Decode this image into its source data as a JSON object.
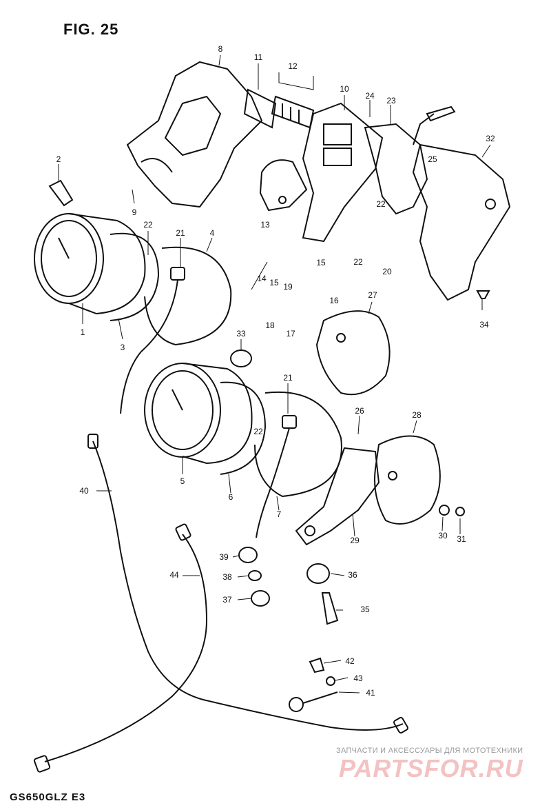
{
  "figure": {
    "title": "FIG. 25",
    "model_code": "GS650GLZ E3"
  },
  "watermark": {
    "caption": "ЗАПЧАСТИ И АКСЕССУАРЫ ДЛЯ МОТОТЕХНИКИ",
    "brand": "PARTSFOR.RU"
  },
  "colors": {
    "ink": "#111111",
    "watermark_brand": "#f3c2c2",
    "watermark_caption": "#9a9a9a"
  },
  "part_labels": {
    "p1": "1",
    "p2": "2",
    "p3": "3",
    "p4": "4",
    "p5": "5",
    "p6": "6",
    "p7": "7",
    "p8": "8",
    "p9": "9",
    "p10": "10",
    "p11": "11",
    "p12": "12",
    "p13": "13",
    "p14": "14",
    "p15a": "15",
    "p15b": "15",
    "p16": "16",
    "p17": "17",
    "p18": "18",
    "p19": "19",
    "p20": "20",
    "p21a": "21",
    "p21b": "21",
    "p22a": "22",
    "p22b": "22",
    "p22c": "22",
    "p22d": "22",
    "p23": "23",
    "p24": "24",
    "p25": "25",
    "p26": "26",
    "p27": "27",
    "p28": "28",
    "p29": "29",
    "p30": "30",
    "p31": "31",
    "p32": "32",
    "p33": "33",
    "p34": "34",
    "p35": "35",
    "p36": "36",
    "p37": "37",
    "p38": "38",
    "p39": "39",
    "p40": "40",
    "p41": "41",
    "p42": "42",
    "p43": "43",
    "p44": "44"
  }
}
